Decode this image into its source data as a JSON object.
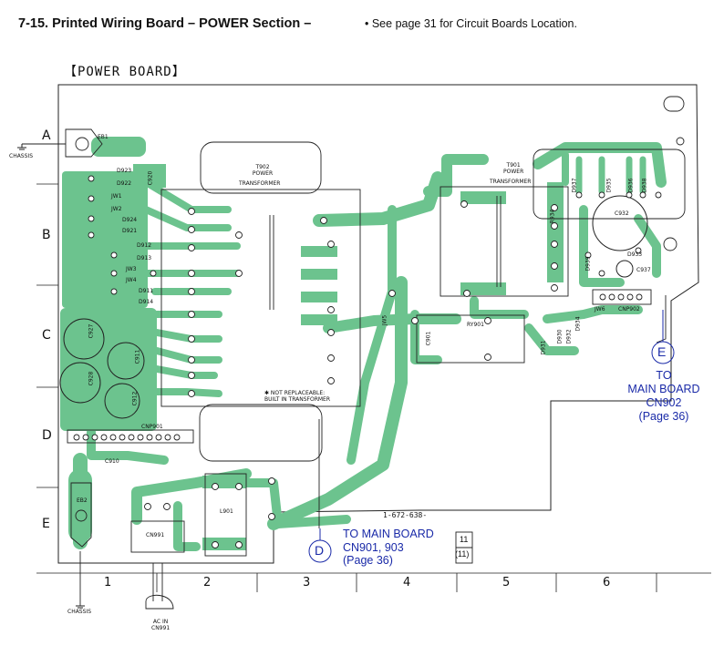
{
  "header": {
    "title": "7-15. Printed Wiring Board – POWER Section –",
    "note": "• See page 31 for Circuit Boards Location."
  },
  "board": {
    "label": "【POWER BOARD】",
    "part_number": "1-672-638-",
    "version_top": "11",
    "version_bottom": "(11)"
  },
  "grid": {
    "rows": [
      "A",
      "B",
      "C",
      "D",
      "E"
    ],
    "columns": [
      "1",
      "2",
      "3",
      "4",
      "5",
      "6"
    ]
  },
  "components": {
    "t902": [
      "T902",
      "POWER",
      "TRANSFORMER"
    ],
    "t901": [
      "T901",
      "POWER",
      "TRANSFORMER"
    ],
    "not_replaceable": [
      "✱ NOT REPLACEABLE:",
      "BUILT IN TRANSFORMER"
    ],
    "eb1": "EB1",
    "eb2": "EB2",
    "chassis": "CHASSIS",
    "cnp901": "CNP901",
    "cnp902": "CNP902",
    "cn991": "CN991",
    "ac_in": [
      "AC IN",
      "CN991"
    ],
    "l901": "L901",
    "ry901": "RY901",
    "c901": "C901",
    "c910": "C910",
    "c927": "C927",
    "c928": "C928",
    "c911": "C911",
    "c912": "C912",
    "c932": "C932",
    "c937": "C937",
    "jw5": "JW5",
    "jw6": "JW6",
    "left_parts": [
      "D923",
      "D922",
      "JW1",
      "JW2",
      "D924",
      "D921",
      "D912",
      "D913",
      "JW3",
      "JW4",
      "D911",
      "D914"
    ],
    "right_parts": [
      "R934",
      "D939",
      "D933",
      "D935",
      "D936",
      "D931",
      "D930",
      "D932",
      "D934",
      "D937",
      "D938",
      "C920"
    ]
  },
  "connections": {
    "e": {
      "marker": "E",
      "line1": "TO",
      "line2": "MAIN BOARD",
      "line3": "CN902",
      "line4": "(Page 36)"
    },
    "d": {
      "marker": "D",
      "line1": "TO MAIN BOARD",
      "line2": "CN901, 903",
      "line3": "(Page 36)"
    }
  }
}
